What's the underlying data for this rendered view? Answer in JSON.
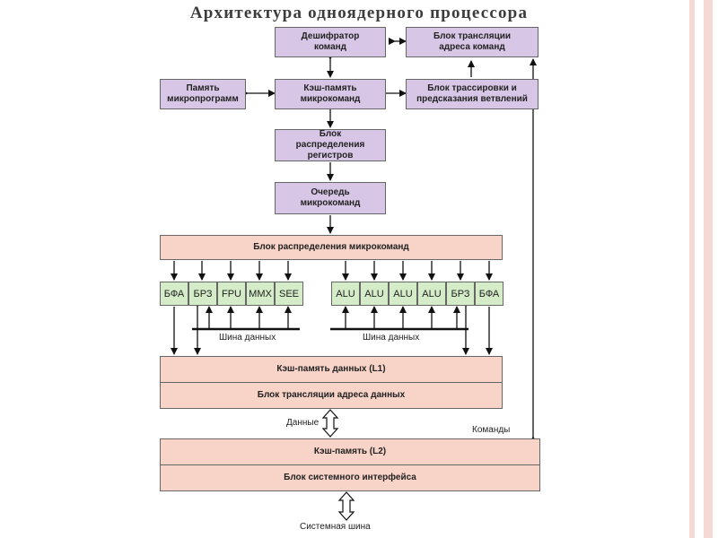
{
  "title": "Архитектура одноядерного процессора",
  "blocks": {
    "decoder": "Дешифратор команд",
    "addr_translation_cmd": "Блок трансляции адреса команд",
    "microprogram_memory": "Память микропрограмм",
    "microcmd_cache": "Кэш-память микрокоманд",
    "trace_branch": "Блок трассировки и предсказания ветвлений",
    "reg_allocation": "Блок распределения регистров",
    "microcmd_queue": "Очередь микрокоманд",
    "microcmd_dispatch": "Блок распределения микрокоманд",
    "l1_data_cache": "Кэш-память данных (L1)",
    "data_addr_translation": "Блок трансляции адреса данных",
    "l2_cache": "Кэш-память (L2)",
    "system_interface": "Блок системного интерфейса"
  },
  "units_left": [
    "БФА",
    "БРЗ",
    "FPU",
    "MMX",
    "SEE"
  ],
  "units_right": [
    "ALU",
    "ALU",
    "ALU",
    "ALU",
    "БРЗ",
    "БФА"
  ],
  "labels": {
    "data_bus_left": "Шина данных",
    "data_bus_right": "Шина данных",
    "data": "Данные",
    "commands": "Команды",
    "system_bus": "Системная шина"
  }
}
